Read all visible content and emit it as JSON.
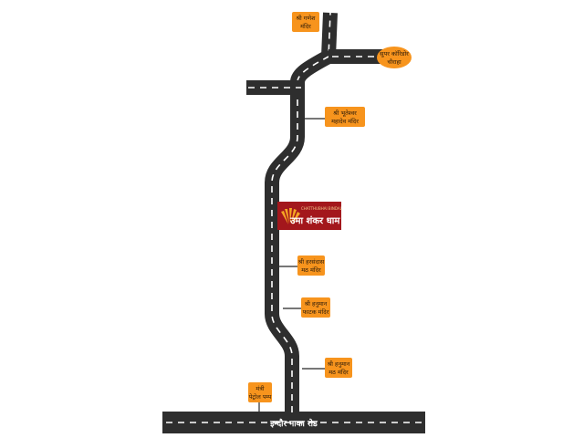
{
  "landmarks": {
    "ganesh": [
      "श्री गणेश",
      "मंदिर"
    ],
    "super_corridor": [
      "सुपर कॉरिडोर",
      "चौराहा"
    ],
    "bhuteshwar": [
      "श्री भूतेश्वर",
      "महादेव मंदिर"
    ],
    "harsidas": [
      "श्री हरसंदास",
      "मठ मंदिर"
    ],
    "hanuman_phatak": [
      "श्री हनुमान",
      "फाटक मंदिर"
    ],
    "hanuman_math": [
      "श्री हनुमान",
      "मठ मंदिर"
    ],
    "petrol_pump": [
      "मंत्री",
      "पेट्रोल पम्प"
    ]
  },
  "brand": {
    "tagline": "CHATTHUBHAI BINDAL",
    "name": "उमा शंकर धाम"
  },
  "roads": {
    "main_road": "इन्दौर नाका रोड"
  },
  "colors": {
    "label_fill": "#f7941d",
    "road": "#2e2e2e",
    "brand": "#a3171c"
  }
}
